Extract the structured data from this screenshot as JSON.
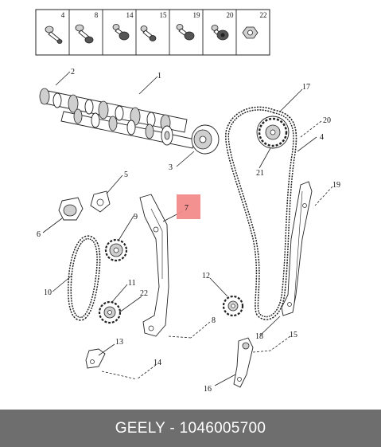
{
  "header_part_numbers": [
    "4",
    "8",
    "14",
    "15",
    "19",
    "20",
    "22"
  ],
  "callouts": {
    "c1": "1",
    "c2": "2",
    "c3": "3",
    "c4": "4",
    "c5": "5",
    "c6": "6",
    "c7": "7",
    "c8": "8",
    "c9": "9",
    "c10": "10",
    "c11": "11",
    "c12": "12",
    "c13": "13",
    "c14": "14",
    "c15": "15",
    "c16": "16",
    "c17": "17",
    "c18": "18",
    "c19": "19",
    "c20": "20",
    "c21": "21",
    "c22": "22"
  },
  "highlight_color": "#f28b8b",
  "footer_caption": "GEELY - 1046005700"
}
